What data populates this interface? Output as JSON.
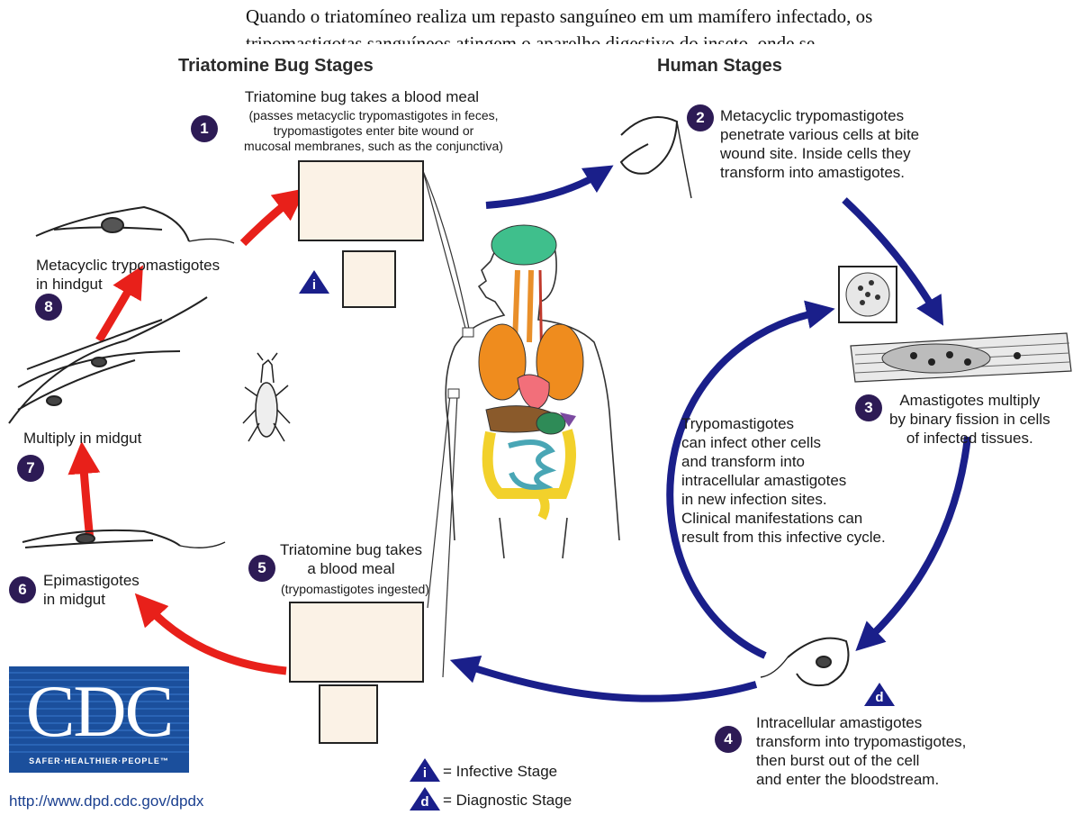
{
  "top_text": {
    "line1": "Quando o triatomíneo realiza um repasto sanguíneo em um mamífero infectado, os",
    "line2": "tripomastigotas sanguíneos atingem o aparelho digestivo do inseto, onde se"
  },
  "headers": {
    "bug": "Triatomine Bug Stages",
    "human": "Human Stages"
  },
  "steps": {
    "s1": {
      "num": "1",
      "title": "Triatomine bug takes a blood meal",
      "detail": [
        "(passes metacyclic trypomastigotes in feces,",
        "trypomastigotes enter bite wound or",
        "mucosal membranes, such as the conjunctiva)"
      ]
    },
    "s2": {
      "num": "2",
      "lines": [
        "Metacyclic trypomastigotes",
        "penetrate various cells at bite",
        "wound site.  Inside cells they",
        "transform into amastigotes."
      ]
    },
    "s3": {
      "num": "3",
      "lines": [
        "Amastigotes multiply",
        "by binary fission in cells",
        "of infected tissues."
      ]
    },
    "s4": {
      "num": "4",
      "lines": [
        "Intracellular amastigotes",
        "transform into trypomastigotes,",
        "then burst out of the cell",
        "and enter the bloodstream."
      ]
    },
    "s5": {
      "num": "5",
      "lines": [
        "Triatomine bug takes",
        "a blood meal"
      ],
      "detail": "(trypomastigotes ingested)"
    },
    "s6": {
      "num": "6",
      "lines": [
        "Epimastigotes",
        "in midgut"
      ]
    },
    "s7": {
      "num": "7",
      "lines": [
        "Multiply in midgut"
      ]
    },
    "s8": {
      "num": "8",
      "lines": [
        "Metacyclic trypomastigotes",
        "in hindgut"
      ]
    }
  },
  "cycle_note": [
    "Trypomastigotes",
    "can infect other cells",
    "and transform into",
    "intracellular amastigotes",
    "in new infection sites.",
    "Clinical manifestations can",
    "result from this infective cycle."
  ],
  "legend": {
    "infective_symbol": "i",
    "infective_label": "= Infective Stage",
    "diagnostic_symbol": "d",
    "diagnostic_label": "= Diagnostic Stage"
  },
  "markers": {
    "infective": "i",
    "diagnostic": "d"
  },
  "logo": {
    "text": "CDC",
    "tagline": "SAFER·HEALTHIER·PEOPLE™",
    "url": "http://www.dpd.cdc.gov/dpdx"
  },
  "colors": {
    "bug_arrow": "#e8201a",
    "human_arrow": "#1a1f8a",
    "badge": "#2d1b55",
    "logo_blue": "#1b4f9c",
    "url_blue": "#1a3f8f"
  }
}
